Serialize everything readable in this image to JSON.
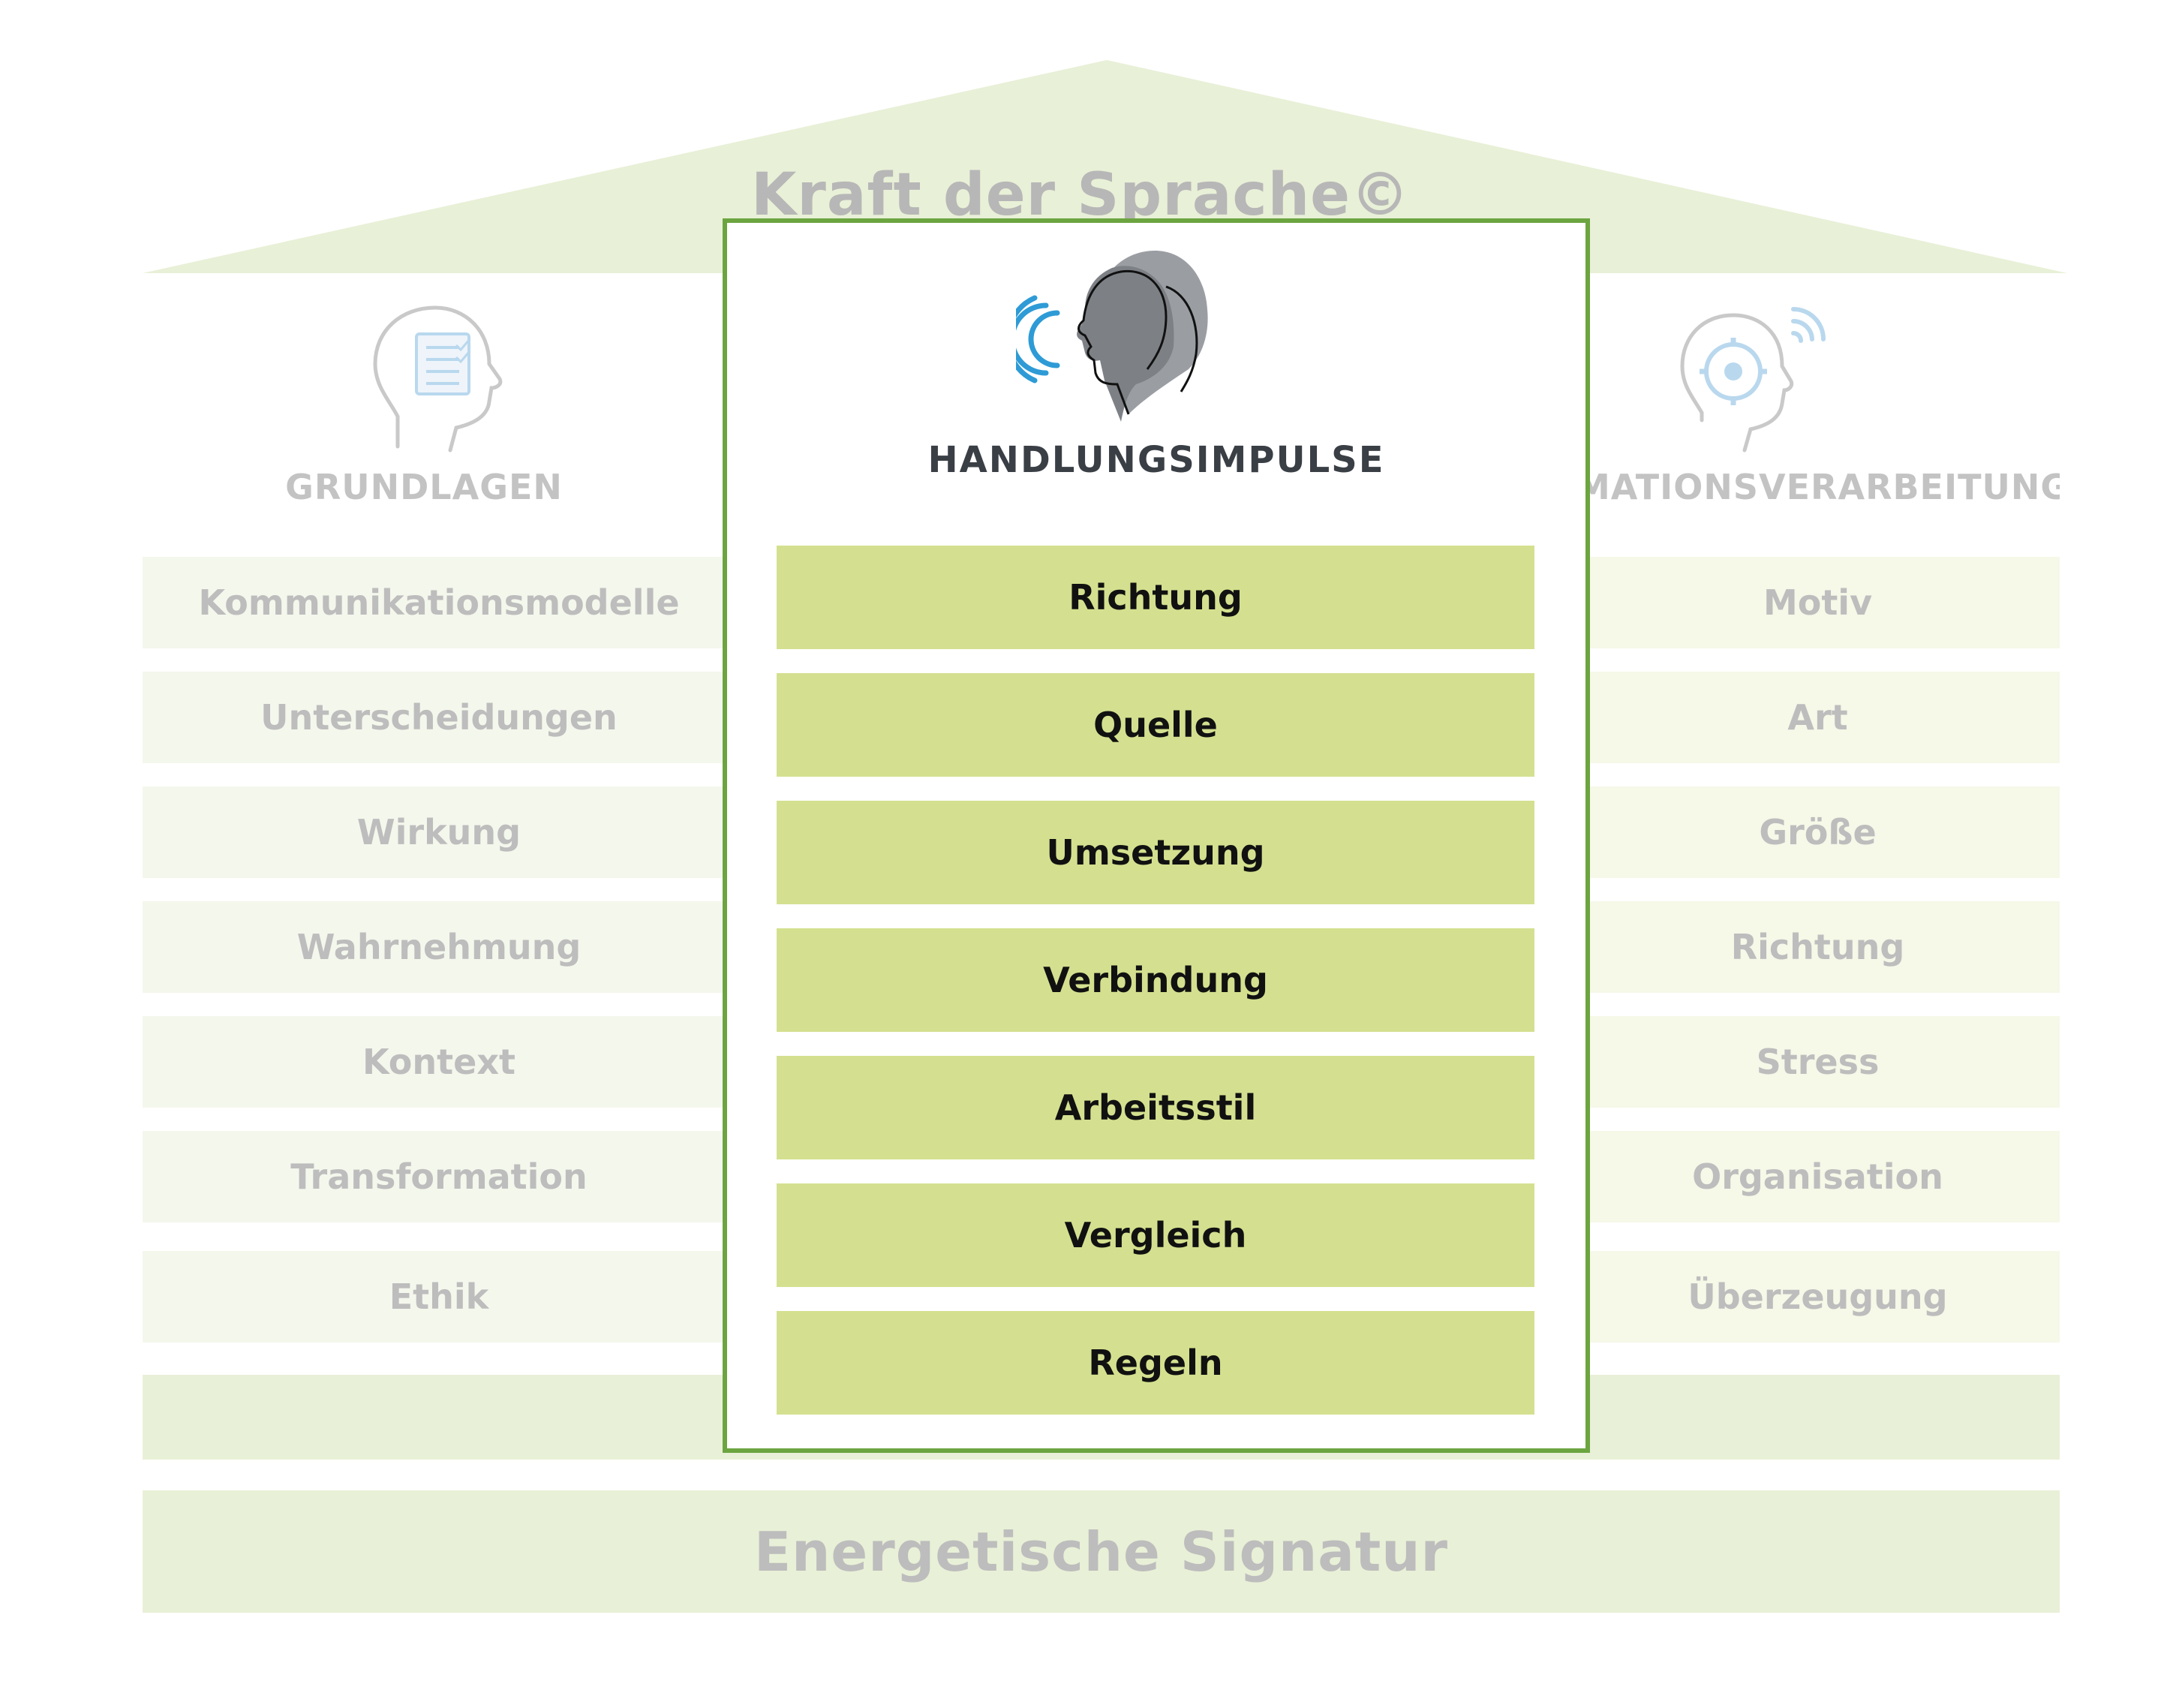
{
  "house": {
    "roof_title": "Kraft der Sprache©",
    "foundation_label": "Energetische Signatur"
  },
  "left_pillar": {
    "title": "GRUNDLAGEN",
    "items": [
      "Kommunikationsmodelle",
      "Unterscheidungen",
      "Wirkung",
      "Wahrnehmung",
      "Kontext",
      "Transformation",
      "Ethik"
    ]
  },
  "right_pillar": {
    "title": "MATIONSVERARBEITUNG",
    "items": [
      "Motiv",
      "Art",
      "Größe",
      "Richtung",
      "Stress",
      "Organisation",
      "Überzeugung"
    ]
  },
  "focus_panel": {
    "title": "HANDLUNGSIMPULSE",
    "items": [
      "Richtung",
      "Quelle",
      "Umsetzung",
      "Verbindung",
      "Arbeitsstil",
      "Vergleich",
      "Regeln"
    ]
  },
  "colors": {
    "roof": "#e8f0d7",
    "pillar_row": "#f4f7ec",
    "focus_border": "#6ca540",
    "focus_item": "#d4e08f",
    "sound_wave": "#2e9bd6",
    "faded_icon": "#b9d8ee"
  },
  "icons": {
    "left_head": "head-with-checklist-icon",
    "focus_head": "speaking-heads-icon",
    "right_head": "head-with-gear-icon"
  }
}
